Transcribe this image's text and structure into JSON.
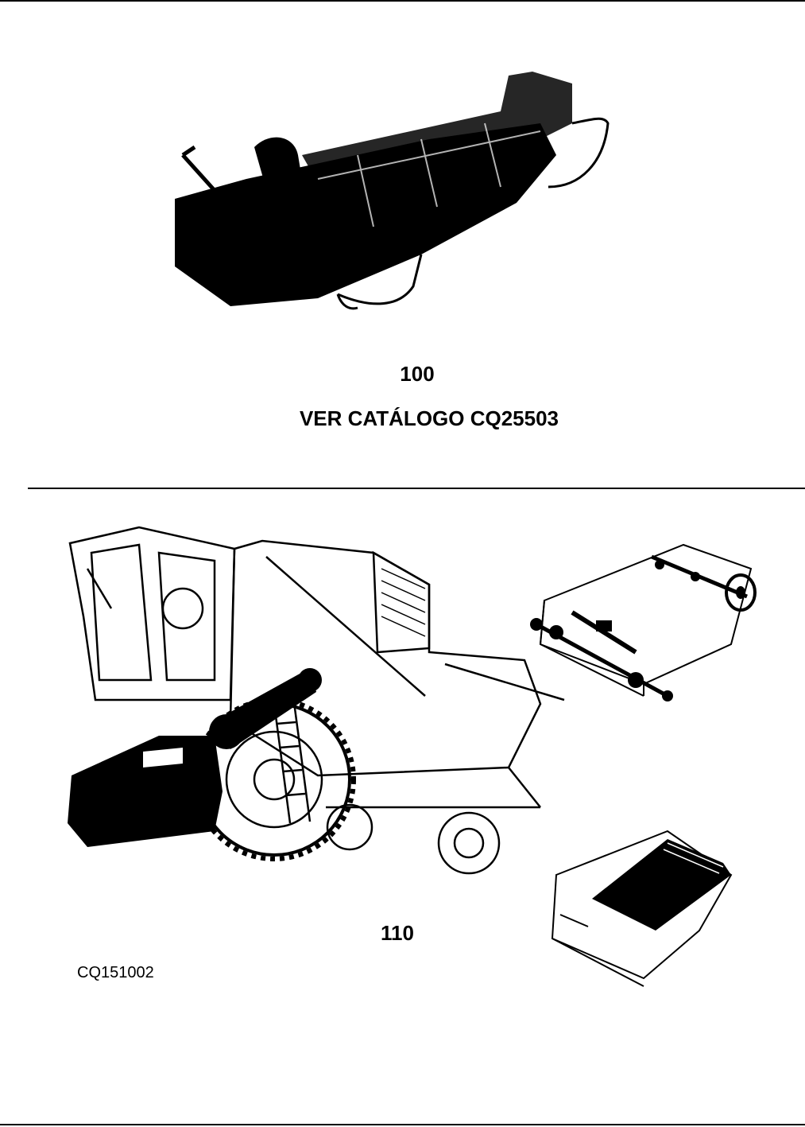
{
  "section_top": {
    "figure_number": "100",
    "reference_text": "VER CATÁLOGO CQ25503"
  },
  "section_bottom": {
    "figure_number": "110",
    "illustration_code": "CQ151002"
  }
}
